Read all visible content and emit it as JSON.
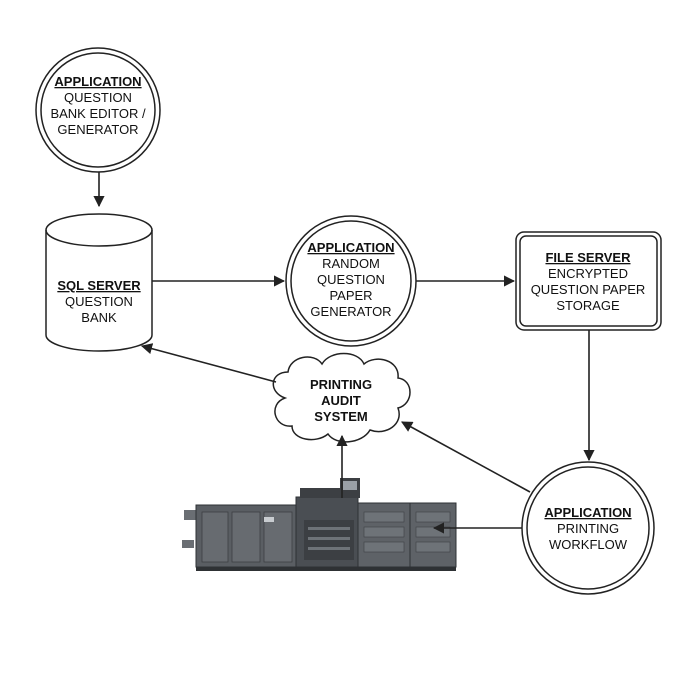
{
  "nodes": {
    "editor": {
      "head": "APPLICATION",
      "lines": [
        "QUESTION",
        "BANK EDITOR /",
        "GENERATOR"
      ]
    },
    "sql": {
      "head": "SQL SERVER",
      "lines": [
        "QUESTION",
        "BANK"
      ]
    },
    "random": {
      "head": "APPLICATION",
      "lines": [
        "RANDOM",
        "QUESTION",
        "PAPER",
        "GENERATOR"
      ]
    },
    "file": {
      "head": "FILE SERVER",
      "lines": [
        "ENCRYPTED",
        "QUESTION PAPER",
        "STORAGE"
      ]
    },
    "audit": {
      "lines": [
        "PRINTING",
        "AUDIT",
        "SYSTEM"
      ]
    },
    "workflow": {
      "head": "APPLICATION",
      "lines": [
        "PRINTING",
        "WORKFLOW"
      ]
    },
    "printer": {
      "icon": "production-printer-icon"
    }
  },
  "colors": {
    "line": "#222222",
    "printer_body": "#5a5e63",
    "printer_dark": "#3c3f43"
  }
}
